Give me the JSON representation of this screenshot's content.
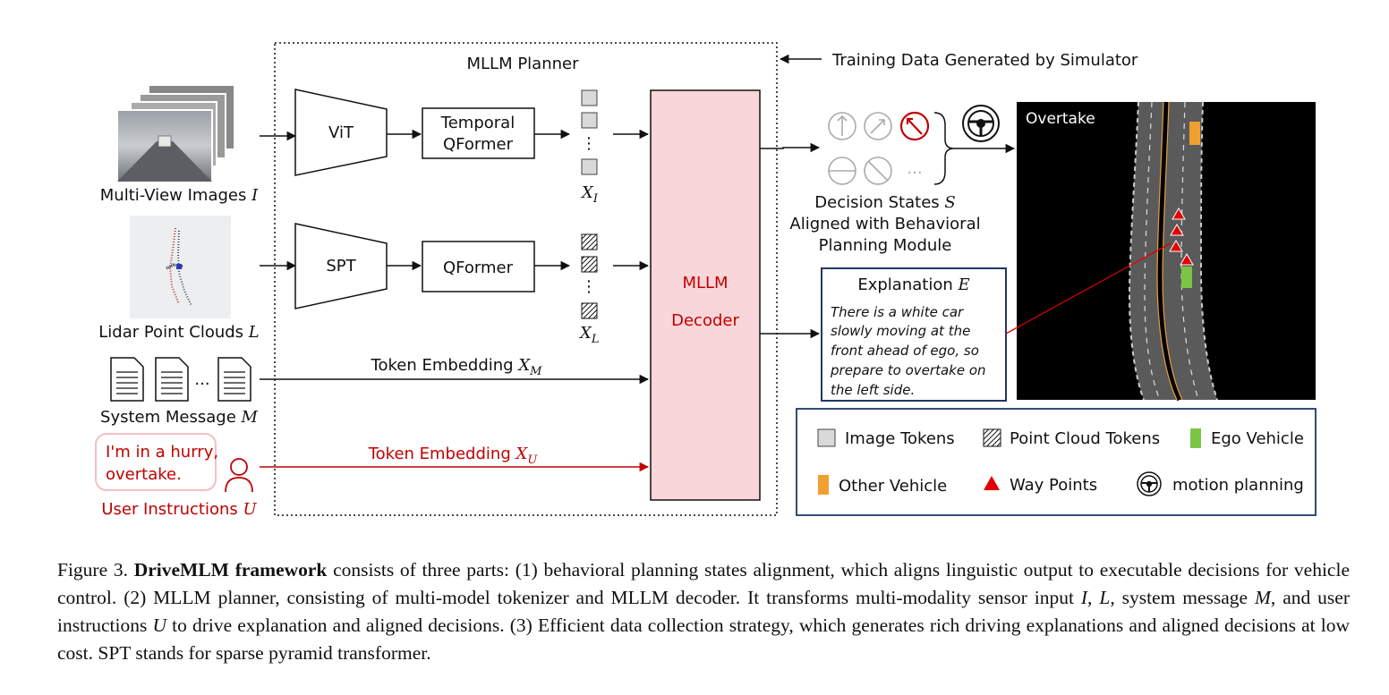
{
  "planner_title": "MLLM Planner",
  "training_data_label": "Training Data Generated by Simulator",
  "inputs": {
    "images": {
      "label": "Multi-View Images",
      "sym": "I"
    },
    "lidar": {
      "label": "Lidar Point Clouds",
      "sym": "L"
    },
    "system": {
      "label": "System Message",
      "sym": "M",
      "ellipsis": "..."
    },
    "user": {
      "label": "User Instructions",
      "sym": "U",
      "bubble_line1": "I'm in a hurry,",
      "bubble_line2": "overtake."
    }
  },
  "modules": {
    "vit": "ViT",
    "temporal_qformer_line1": "Temporal",
    "temporal_qformer_line2": "QFormer",
    "spt": "SPT",
    "qformer": "QFormer",
    "decoder_line1": "MLLM",
    "decoder_line2": "Decoder"
  },
  "tokens": {
    "xi": {
      "sym": "X",
      "sub": "I"
    },
    "xl": {
      "sym": "X",
      "sub": "L"
    },
    "xm": {
      "label": "Token Embedding",
      "sym": "X",
      "sub": "M"
    },
    "xu": {
      "label": "Token Embedding",
      "sym": "X",
      "sub": "U"
    }
  },
  "decision": {
    "line1": "Decision States",
    "sym": "S",
    "line2": "Aligned with Behavioral",
    "line3": "Planning Module",
    "more": "..."
  },
  "explanation": {
    "title": "Explanation",
    "sym": "E",
    "lines": [
      "There is a white car",
      "slowly moving at the",
      "front ahead of ego, so",
      "prepare to overtake on",
      "the left side."
    ]
  },
  "scene_label": "Overtake",
  "legend": {
    "image_tokens": "Image Tokens",
    "point_cloud_tokens": "Point Cloud Tokens",
    "ego_vehicle": "Ego Vehicle",
    "other_vehicle": "Other Vehicle",
    "way_points": "Way Points",
    "motion_planning": "motion planning"
  },
  "colors": {
    "decoder_fill": "#f9d6d9",
    "accent_red": "#c00000",
    "ego_green": "#7cc544",
    "other_orange": "#f0a030",
    "waypoint_red": "#e00000",
    "token_grey": "#d9d9d9"
  },
  "caption": {
    "fig": "Figure 3.",
    "title": "DriveMLM framework",
    "t1": " consists of three parts: (1) behavioral planning states alignment, which aligns linguistic output to executable decisions for vehicle control. (2) MLLM planner, consisting of multi-model tokenizer and MLLM decoder. It transforms multi-modality sensor input ",
    "s1": "I",
    "t2": ", ",
    "s2": "L",
    "t3": ", system message ",
    "s3": "M",
    "t4": ", and user instructions ",
    "s4": "U",
    "t5": " to drive explanation and aligned decisions. (3) Efficient data collection strategy, which generates rich driving explanations and aligned decisions at low cost. SPT stands for sparse pyramid transformer."
  }
}
